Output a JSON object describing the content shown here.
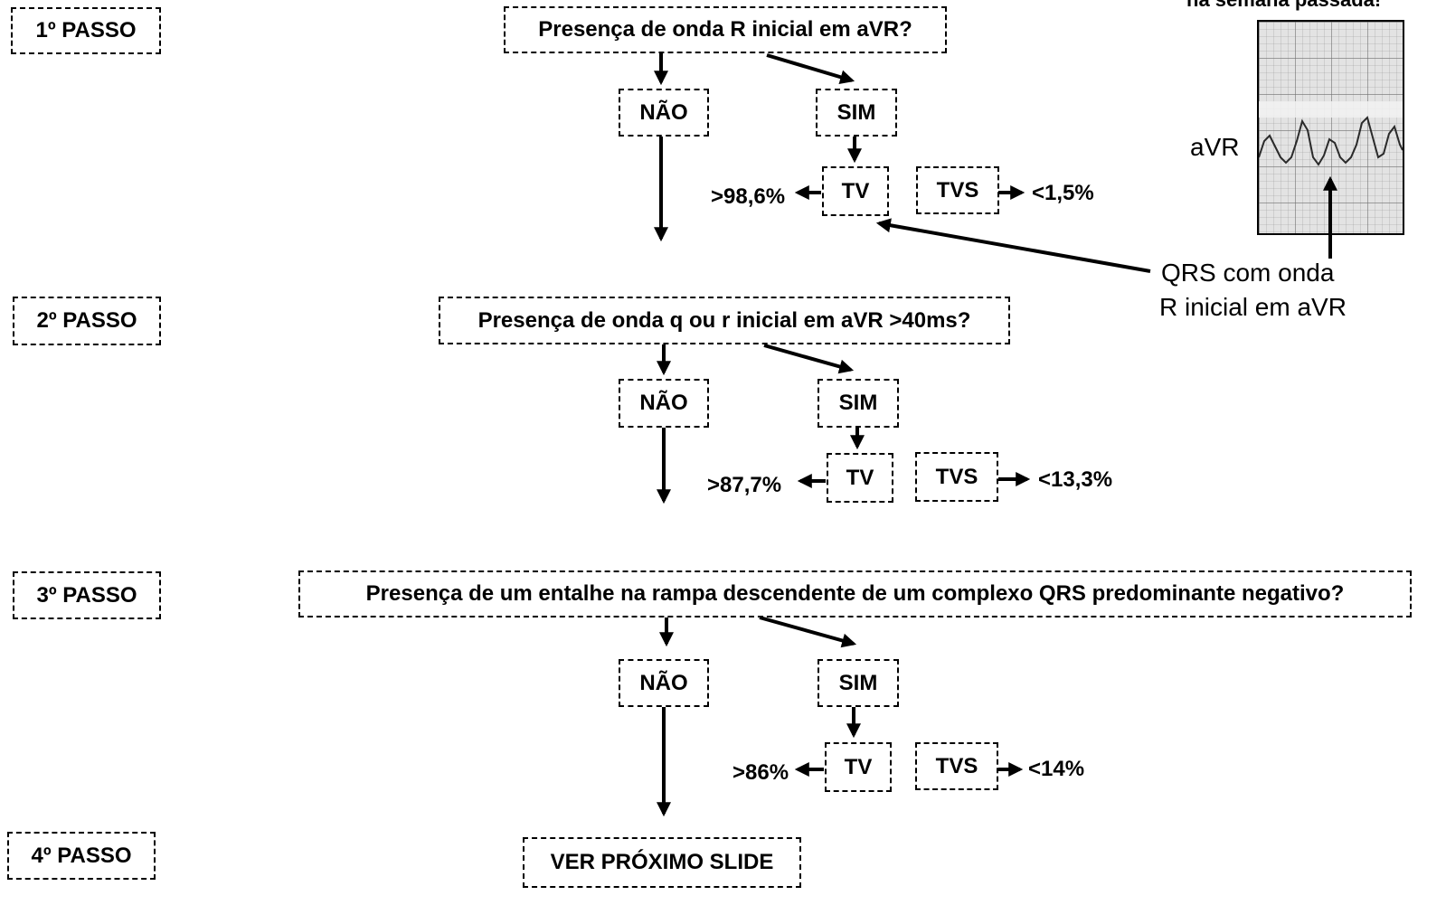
{
  "corner_title": "na semana passada!",
  "steps": [
    {
      "label": "1º PASSO",
      "question": "Presença de onda R inicial em aVR?",
      "no": "NÃO",
      "yes": "SIM",
      "tv": "TV",
      "tvs": "TVS",
      "tv_pct": ">98,6%",
      "tvs_pct": "<1,5%"
    },
    {
      "label": "2º PASSO",
      "question": "Presença de onda q ou r inicial em aVR >40ms?",
      "no": "NÃO",
      "yes": "SIM",
      "tv": "TV",
      "tvs": "TVS",
      "tv_pct": ">87,7%",
      "tvs_pct": "<13,3%"
    },
    {
      "label": "3º PASSO",
      "question": "Presença de um entalhe na rampa descendente de um complexo QRS predominante negativo?",
      "no": "NÃO",
      "yes": "SIM",
      "tv": "TV",
      "tvs": "TVS",
      "tv_pct": ">86%",
      "tvs_pct": "<14%"
    },
    {
      "label": "4º PASSO",
      "question": "VER PRÓXIMO SLIDE"
    }
  ],
  "ecg": {
    "lead_label": "aVR",
    "annotation_line1": "QRS com onda",
    "annotation_line2": "R inicial em aVR"
  }
}
